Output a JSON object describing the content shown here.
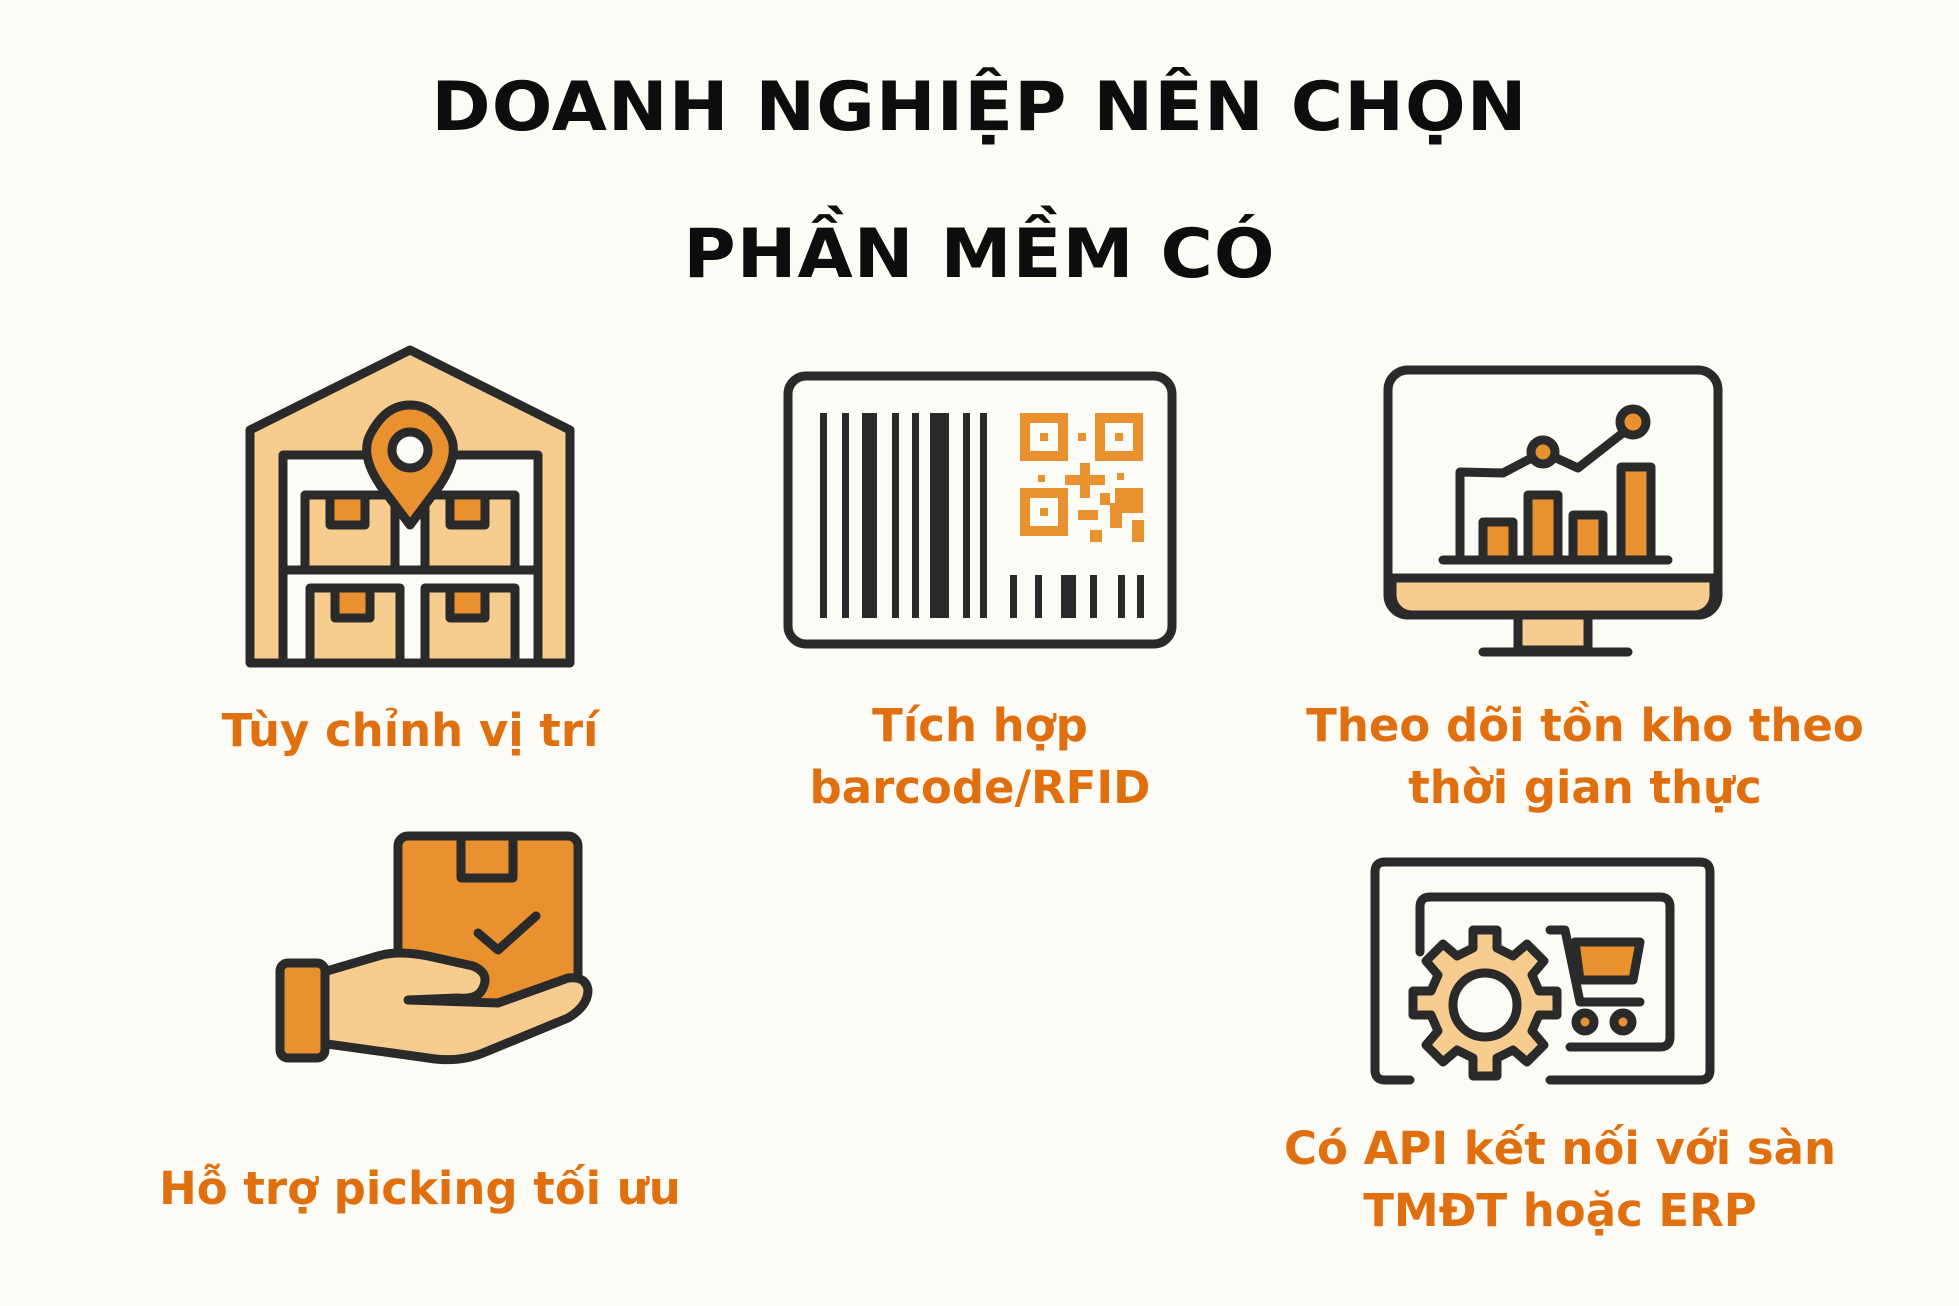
{
  "title": {
    "line1": "DOANH NGHIỆP NÊN CHỌN",
    "line2": "PHẦN MỀM CÓ"
  },
  "colors": {
    "background": "#fdfbf5",
    "title": "#0d0d0d",
    "label": "#e0700f",
    "accent_orange": "#e8912e",
    "accent_light": "#f7cc8f",
    "outline": "#2a2a2a"
  },
  "features": [
    {
      "icon": "warehouse-location-icon",
      "label_lines": [
        "Tùy chỉnh vị trí"
      ]
    },
    {
      "icon": "barcode-qr-icon",
      "label_lines": [
        "Tích hợp",
        "barcode/RFID"
      ]
    },
    {
      "icon": "monitor-chart-icon",
      "label_lines": [
        "Theo dõi tồn kho theo",
        "thời gian thực"
      ]
    },
    {
      "icon": "hand-package-icon",
      "label_lines": [
        "Hỗ trợ picking tối ưu"
      ]
    },
    {
      "icon": "api-gear-cart-icon",
      "label_lines": [
        "Có API kết nối với sàn",
        "TMĐT hoặc ERP"
      ]
    }
  ]
}
